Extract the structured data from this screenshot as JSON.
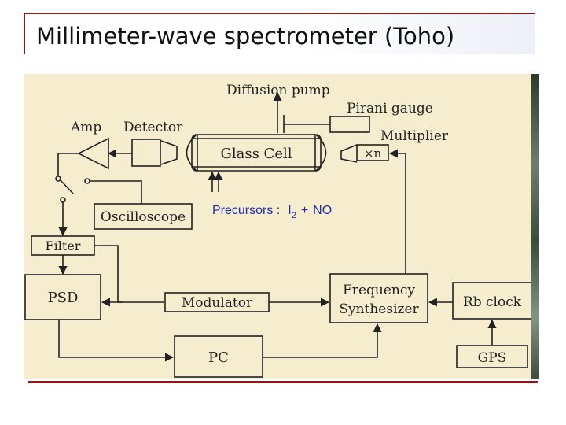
{
  "slide": {
    "title": "Millimeter-wave spectrometer (Toho)"
  },
  "diagram": {
    "labels": {
      "diffusion_pump": "Diffusion pump",
      "pirani_gauge": "Pirani gauge",
      "amp": "Amp",
      "detector": "Detector",
      "multiplier": "Multiplier",
      "glass_cell": "Glass Cell",
      "multiplier_factor": "×n",
      "oscilloscope": "Oscilloscope",
      "filter": "Filter",
      "psd": "PSD",
      "modulator": "Modulator",
      "frequency_synthesizer_line1": "Frequency",
      "frequency_synthesizer_line2": "Synthesizer",
      "rb_clock": "Rb clock",
      "pc": "PC",
      "gps": "GPS"
    },
    "precursors": {
      "label": "Precursors :",
      "reactant1_base": "I",
      "reactant1_subscript": "2",
      "plus": "+",
      "reactant2": "NO"
    }
  }
}
